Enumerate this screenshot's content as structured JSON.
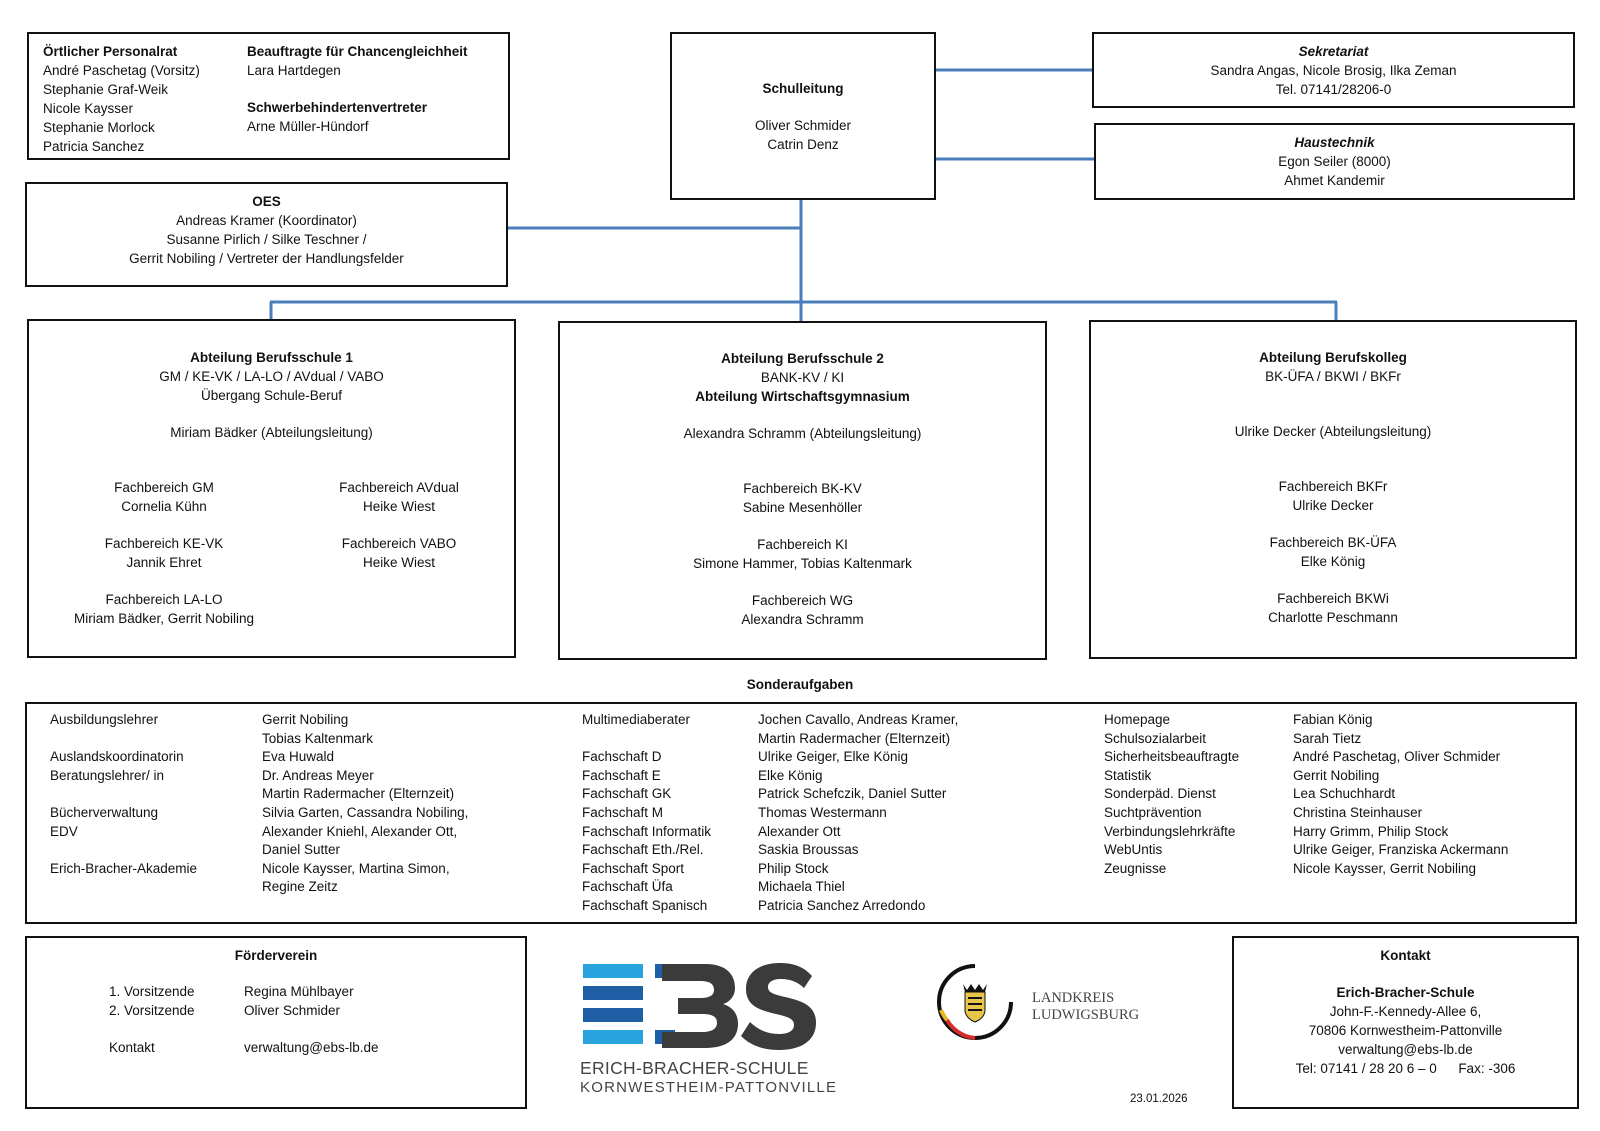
{
  "personalrat": {
    "title": "Örtlicher Personalrat",
    "members": [
      "André Paschetag (Vorsitz)",
      "Stephanie Graf-Weik",
      "Nicole Kaysser",
      "Stephanie Morlock",
      "Patricia Sanchez"
    ],
    "chancen_title": "Beauftragte für Chancengleichheit",
    "chancen_name": "Lara Hartdegen",
    "schwer_title": "Schwerbehindertenvertreter",
    "schwer_name": "Arne Müller-Hündorf"
  },
  "schulleitung": {
    "title": "Schulleitung",
    "names": [
      "Oliver Schmider",
      "Catrin Denz"
    ]
  },
  "sekretariat": {
    "title": "Sekretariat",
    "names": "Sandra Angas, Nicole Brosig, Ilka Zeman",
    "phone": "Tel. 07141/28206-0"
  },
  "haustechnik": {
    "title": "Haustechnik",
    "names": [
      "Egon Seiler (8000)",
      "Ahmet Kandemir"
    ]
  },
  "oes": {
    "title": "OES",
    "lines": [
      "Andreas Kramer (Koordinator)",
      "Susanne Pirlich / Silke Teschner /",
      "Gerrit Nobiling / Vertreter der Handlungsfelder"
    ]
  },
  "abt1": {
    "title": "Abteilung Berufsschule 1",
    "sub1": "GM / KE-VK / LA-LO / AVdual / VABO",
    "sub2": "Übergang Schule-Beruf",
    "lead": "Miriam Bädker (Abteilungsleitung)",
    "left": [
      {
        "name": "Fachbereich GM",
        "person": "Cornelia Kühn"
      },
      {
        "name": "Fachbereich KE-VK",
        "person": "Jannik Ehret"
      },
      {
        "name": "Fachbereich LA-LO",
        "person": "Miriam Bädker, Gerrit Nobiling"
      }
    ],
    "right": [
      {
        "name": "Fachbereich AVdual",
        "person": "Heike Wiest"
      },
      {
        "name": "Fachbereich VABO",
        "person": "Heike Wiest"
      }
    ]
  },
  "abt2": {
    "title": "Abteilung Berufsschule 2",
    "sub1": "BANK-KV / KI",
    "sub2": "Abteilung Wirtschaftsgymnasium",
    "lead": "Alexandra Schramm (Abteilungsleitung)",
    "items": [
      {
        "name": "Fachbereich BK-KV",
        "person": "Sabine Mesenhöller"
      },
      {
        "name": "Fachbereich KI",
        "person": "Simone Hammer, Tobias Kaltenmark"
      },
      {
        "name": "Fachbereich WG",
        "person": "Alexandra Schramm"
      }
    ]
  },
  "abt3": {
    "title": "Abteilung Berufskolleg",
    "sub1": "BK-ÜFA / BKWI / BKFr",
    "lead": "Ulrike Decker (Abteilungsleitung)",
    "items": [
      {
        "name": "Fachbereich BKFr",
        "person": "Ulrike Decker"
      },
      {
        "name": "Fachbereich BK-ÜFA",
        "person": "Elke König"
      },
      {
        "name": "Fachbereich BKWi",
        "person": "Charlotte Peschmann"
      }
    ]
  },
  "sonder": {
    "title": "Sonderaufgaben",
    "col1_labels": [
      "Ausbildungslehrer",
      "",
      "Auslandskoordinatorin",
      "Beratungslehrer/ in",
      "",
      "Bücherverwaltung",
      "EDV",
      "",
      "Erich-Bracher-Akademie",
      ""
    ],
    "col1_names": [
      "Gerrit Nobiling",
      "Tobias Kaltenmark",
      "Eva Huwald",
      "Dr. Andreas Meyer",
      "Martin Radermacher (Elternzeit)",
      "Silvia Garten, Cassandra Nobiling,",
      "Alexander Kniehl, Alexander Ott,",
      "Daniel Sutter",
      "Nicole Kaysser, Martina Simon,",
      "Regine Zeitz"
    ],
    "col2_labels": [
      "Multimediaberater",
      "",
      "Fachschaft D",
      "Fachschaft E",
      "Fachschaft GK",
      "Fachschaft M",
      "Fachschaft Informatik",
      "Fachschaft Eth./Rel.",
      "Fachschaft Sport",
      "Fachschaft Üfa",
      "Fachschaft Spanisch"
    ],
    "col2_names": [
      "Jochen Cavallo, Andreas Kramer,",
      "Martin Radermacher (Elternzeit)",
      "Ulrike Geiger, Elke König",
      "Elke König",
      "Patrick Schefczik, Daniel Sutter",
      "Thomas Westermann",
      "Alexander Ott",
      "Saskia Broussas",
      "Philip Stock",
      "Michaela Thiel",
      "Patricia Sanchez Arredondo"
    ],
    "col3_labels": [
      "Homepage",
      "Schulsozialarbeit",
      "Sicherheitsbeauftragte",
      "Statistik",
      "Sonderpäd. Dienst",
      "Suchtprävention",
      "Verbindungslehrkräfte",
      "WebUntis",
      "Zeugnisse"
    ],
    "col3_names": [
      "Fabian König",
      "Sarah Tietz",
      "André Paschetag, Oliver Schmider",
      "Gerrit Nobiling",
      "Lea Schuchhardt",
      "Christina Steinhauser",
      "Harry Grimm, Philip Stock",
      "Ulrike Geiger, Franziska Ackermann",
      "Nicole Kaysser, Gerrit Nobiling"
    ]
  },
  "foerderverein": {
    "title": "Förderverein",
    "v1_label": "1. Vorsitzende",
    "v1_name": "Regina Mühlbayer",
    "v2_label": "2. Vorsitzende",
    "v2_name": "Oliver Schmider",
    "contact_label": "Kontakt",
    "contact_value": "verwaltung@ebs-lb.de"
  },
  "logo": {
    "name": "ERICH-BRACHER-SCHULE",
    "place": "KORNWESTHEIM-PATTONVILLE",
    "colors": {
      "dark_blue": "#1f5fa6",
      "light_blue": "#29a3dd",
      "dark_gray": "#3b3b3b"
    }
  },
  "landkreis": {
    "line1": "LANDKREIS",
    "line2": "LUDWIGSBURG"
  },
  "date": "23.01.2026",
  "kontakt": {
    "title": "Kontakt",
    "school": "Erich-Bracher-Schule",
    "street": "John-F.-Kennedy-Allee 6,",
    "city": "70806 Kornwestheim-Pattonville",
    "email": "verwaltung@ebs-lb.de",
    "phone": "Tel: 07141 / 28 20 6 – 0",
    "fax": "Fax: -306"
  },
  "connector_color": "#4a7ebb"
}
